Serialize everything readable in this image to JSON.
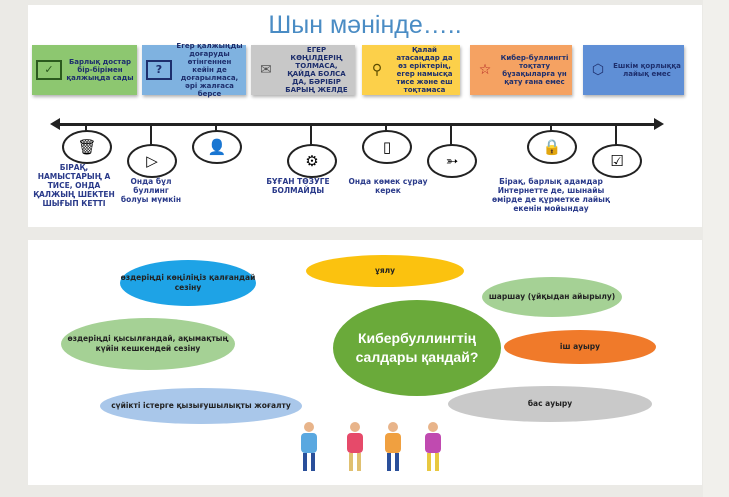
{
  "top": {
    "title": "Шын мәнінде…..",
    "notes": [
      {
        "icon": "checkbox-icon",
        "text": "Барлық достар бір-бірімен қалжыңда сады",
        "color": "#8dc770"
      },
      {
        "icon": "question-icon",
        "text": "Егер қалжыңды доғаруды өтінгеннен кейін де доғарылмаса, әрі жалғаса берсе",
        "color": "#7fb2e0"
      },
      {
        "icon": "envelope-icon",
        "text": "ЕГЕР КӨҢІЛДЕРІҢ ТОЛМАСА, ҚАЙДА БОЛСА ДА, БӘРІБІР БАРЫҢ ЖЕЛДЕ",
        "color": "#c8c8c8"
      },
      {
        "icon": "search-icon",
        "text": "Қалай атасаңдар да өз еріктерің, егер намысқа тисе және еш тоқтамаса",
        "color": "#fcd04a"
      },
      {
        "icon": "star-icon",
        "text": "Кибер-буллингті тоқтату бұзақыларға үн қату ғана емес",
        "color": "#f5a262"
      },
      {
        "icon": "hexagon-icon",
        "text": "Ешкім қорлыққа лайық емес",
        "color": "#5f8fd6"
      }
    ],
    "timeline": [
      {
        "icon": "trash-icon",
        "label": "БІРАҚ, НАМЫСТАРЫҢ А ТИСЕ, ОНДА ҚАЛЖЫҢ ШЕКТЕН ШЫҒЫП КЕТТІ"
      },
      {
        "icon": "code-icon",
        "label": "Онда бұл буллинг болуы мүмкін"
      },
      {
        "icon": "person-icon",
        "label": ""
      },
      {
        "icon": "gear-icon",
        "label": "БҰҒАН ТӨЗУГЕ БОЛМАЙДЫ"
      },
      {
        "icon": "phone-icon",
        "label": "Онда көмек сұрау керек"
      },
      {
        "icon": "rocket-icon",
        "label": ""
      },
      {
        "icon": "lock-icon",
        "label": "Бірақ, барлық адамдар Интернетте де, шынайы өмірде де құрметке лайық екенін мойындау"
      },
      {
        "icon": "check-icon",
        "label": ""
      }
    ]
  },
  "bottom": {
    "center": "Кибербуллингтің салдары қандай?",
    "bubbles": [
      {
        "text": "өздерің​ді көңіліңіз қалғандай сезіну",
        "color": "#1ea3e6"
      },
      {
        "text": "ұялу",
        "color": "#fbc20f"
      },
      {
        "text": "шаршау (ұйқыдан айырылу)",
        "color": "#a5d195"
      },
      {
        "text": "өздерің​ді қысылғандай, ақымақтың күйін кешкендей сезіну",
        "color": "#a5d195"
      },
      {
        "text": "іш ауыру",
        "color": "#f07a2a"
      },
      {
        "text": "сүйікті істерге қызығушылықты жоғалту",
        "color": "#a9c7ea"
      },
      {
        "text": "бас ауыру",
        "color": "#c9c9c9"
      }
    ],
    "center_color": "#6aaa3a"
  }
}
